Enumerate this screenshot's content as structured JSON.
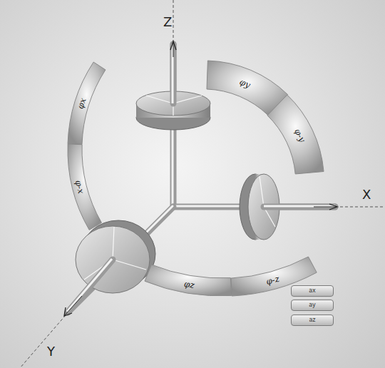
{
  "diagram": {
    "nodes": [
      {
        "text": [
          "φx"
        ]
      },
      {
        "text": [
          "φ-x"
        ]
      },
      {
        "text": [
          "φy"
        ]
      },
      {
        "text": [
          "φ-y"
        ]
      },
      {
        "text": [
          "φz"
        ]
      },
      {
        "text": [
          "φ-z"
        ]
      },
      {
        "text": [
          "ax"
        ]
      },
      {
        "text": [
          "ay"
        ]
      },
      {
        "text": [
          "az"
        ]
      }
    ],
    "labels": [
      "Z",
      "X",
      "Y"
    ]
  }
}
